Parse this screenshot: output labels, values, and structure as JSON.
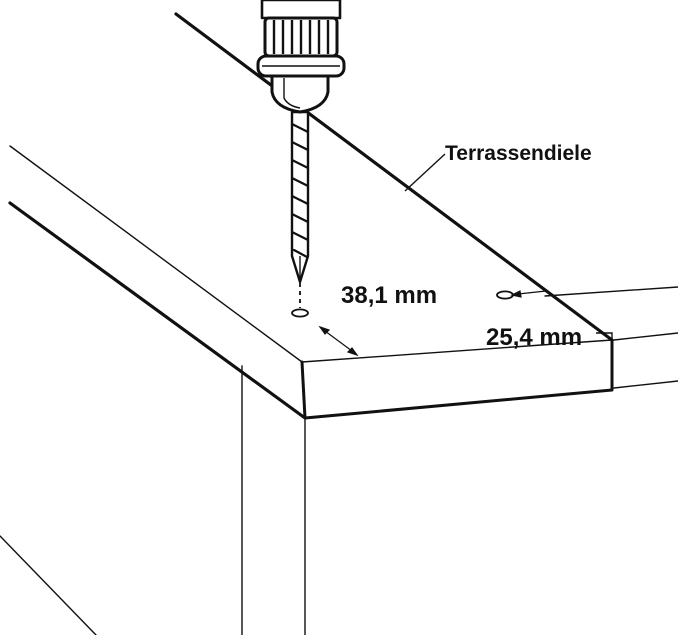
{
  "labels": {
    "board": "Terrassendiele",
    "dim_spacing": "38,1 mm",
    "dim_edge": "25,4 mm"
  },
  "colors": {
    "stroke": "#111111",
    "background": "#ffffff"
  }
}
